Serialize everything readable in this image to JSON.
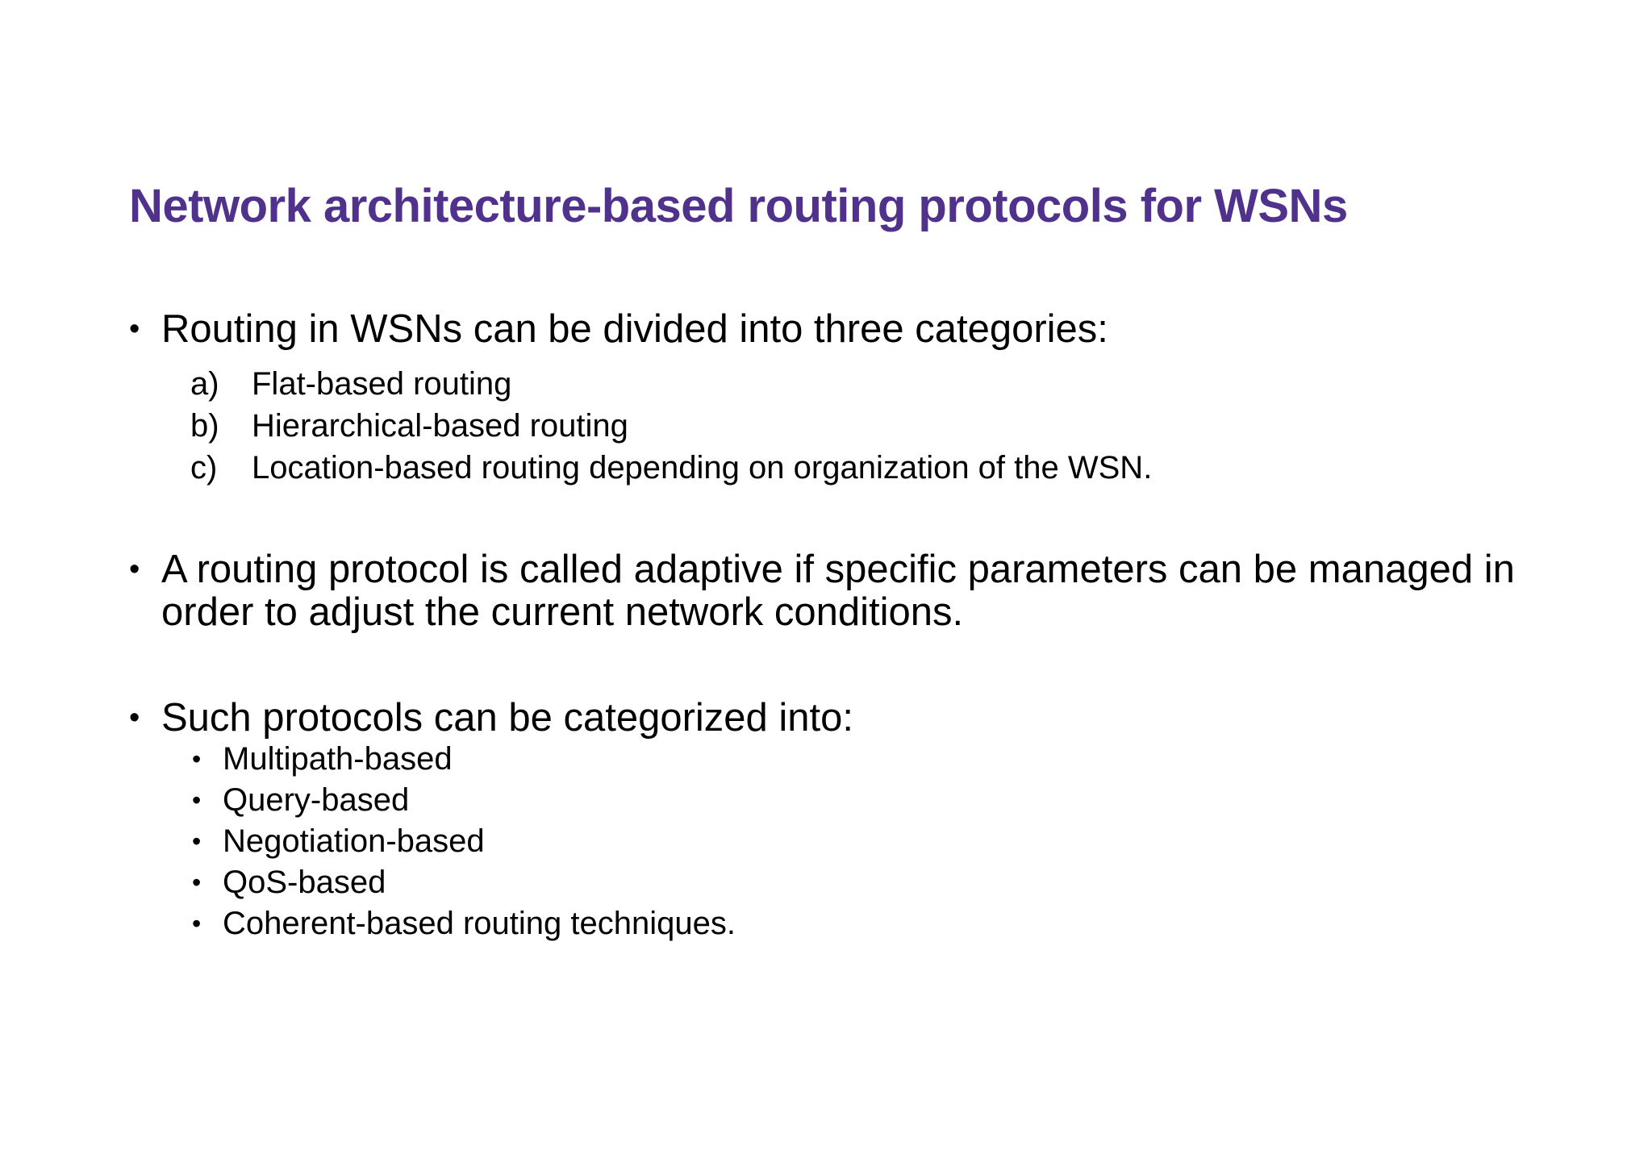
{
  "slide": {
    "title": "Network architecture-based routing protocols for WSNs",
    "title_color": "#50328C",
    "bullets": [
      {
        "marker": "•",
        "text": "Routing in WSNs can be divided into three categories:",
        "children": [
          {
            "marker": "a)",
            "text": "Flat-based routing"
          },
          {
            "marker": "b)",
            "text": "Hierarchical-based routing"
          },
          {
            "marker": "c)",
            "text": "Location-based routing depending on organization of the WSN."
          }
        ]
      },
      {
        "marker": "•",
        "text": "A routing protocol is called adaptive if specific parameters can be managed in order to adjust the current network conditions.",
        "children": []
      },
      {
        "marker": "•",
        "text": "Such protocols can be categorized into:",
        "children": [
          {
            "marker": "•",
            "text": "Multipath-based"
          },
          {
            "marker": "•",
            "text": "Query-based"
          },
          {
            "marker": "•",
            "text": "Negotiation-based"
          },
          {
            "marker": "•",
            "text": "QoS-based"
          },
          {
            "marker": "•",
            "text": "Coherent-based routing techniques."
          }
        ]
      }
    ]
  }
}
